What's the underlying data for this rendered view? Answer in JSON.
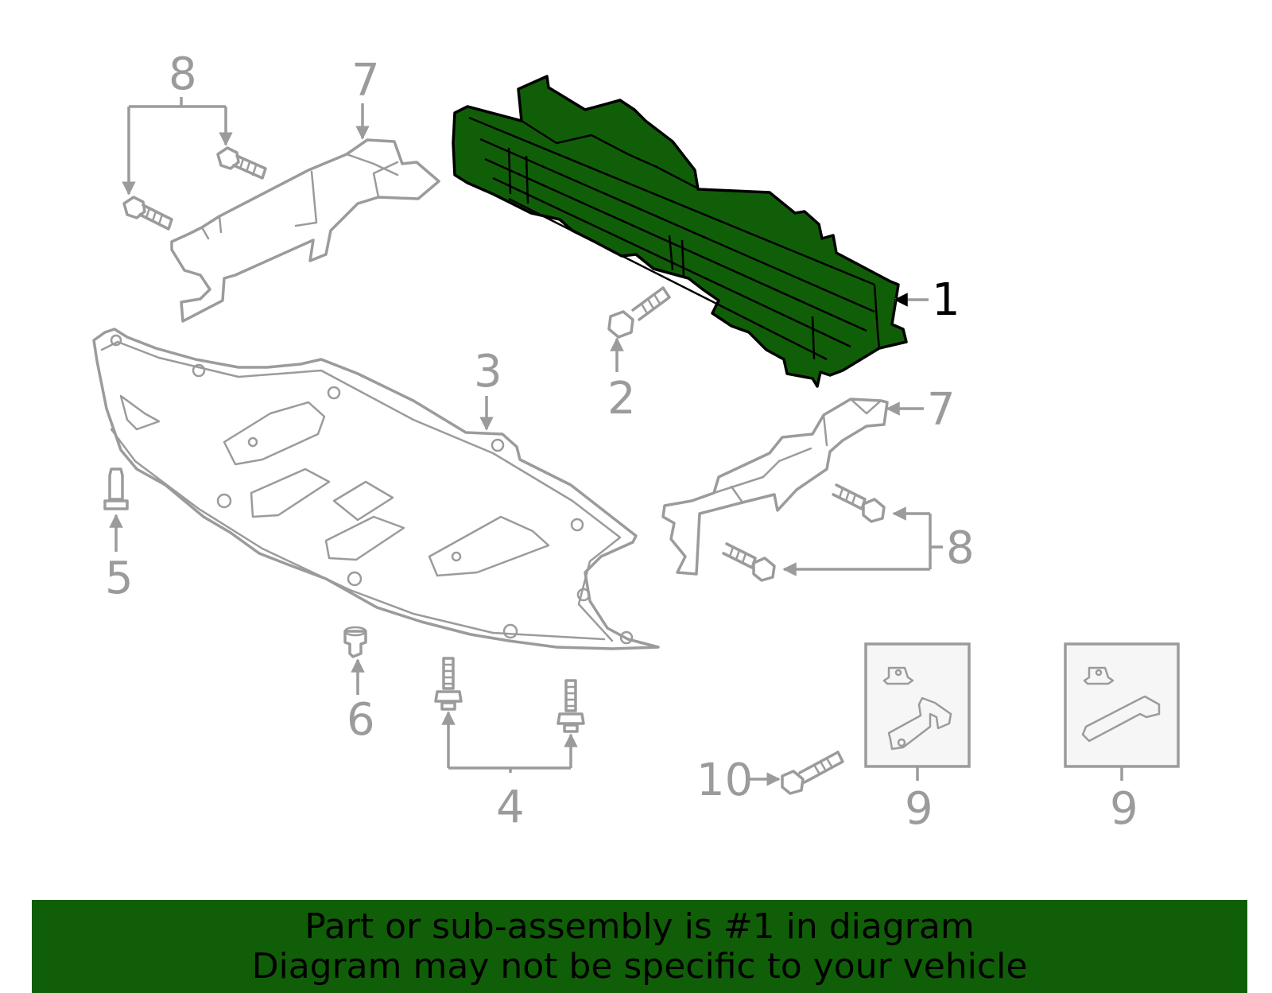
{
  "colors": {
    "highlight_part": "#115e08",
    "banner_background": "#115e08",
    "part_outline": "#9b9b9b",
    "callout_gray": "#9b9b9b",
    "callout_highlight": "#000000",
    "banner_text": "#000000",
    "kit_box_fill": "#f6f6f6"
  },
  "callouts": {
    "c1": "1",
    "c2": "2",
    "c3": "3",
    "c4": "4",
    "c5": "5",
    "c6": "6",
    "c7_top": "7",
    "c7_right": "7",
    "c8_top": "8",
    "c8_right": "8",
    "c10": "10",
    "c9_left": "9",
    "c9_right": "9"
  },
  "highlighted_callout": "1",
  "banner": {
    "line1": "Part or sub-assembly is #1 in diagram",
    "line2": "Diagram may not be specific to your vehicle"
  }
}
